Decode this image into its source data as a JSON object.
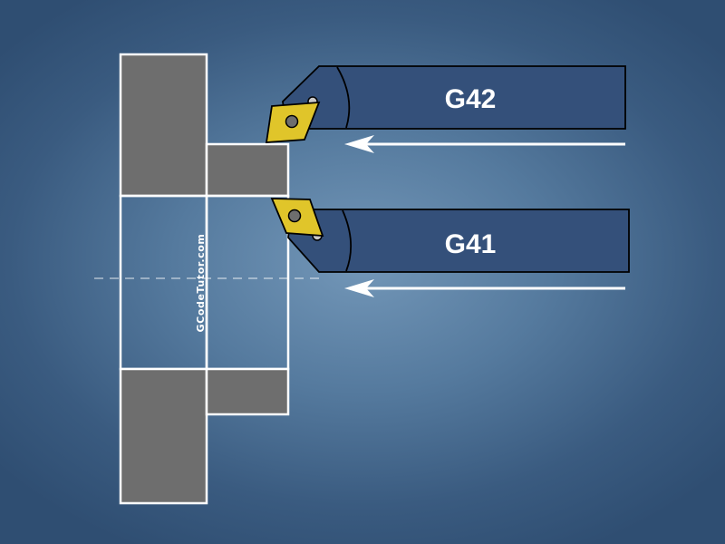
{
  "diagram": {
    "watermark": "GCodeTutor.com",
    "tools": [
      {
        "id": "upper",
        "label": "G42"
      },
      {
        "id": "lower",
        "label": "G41"
      }
    ],
    "colors": {
      "background": "#4a6e94",
      "workpiece": "#6e6e6e",
      "outline": "#ffffff",
      "tool_holder": "#34507a",
      "insert": "#e0c52a",
      "arrow": "#ffffff"
    }
  }
}
